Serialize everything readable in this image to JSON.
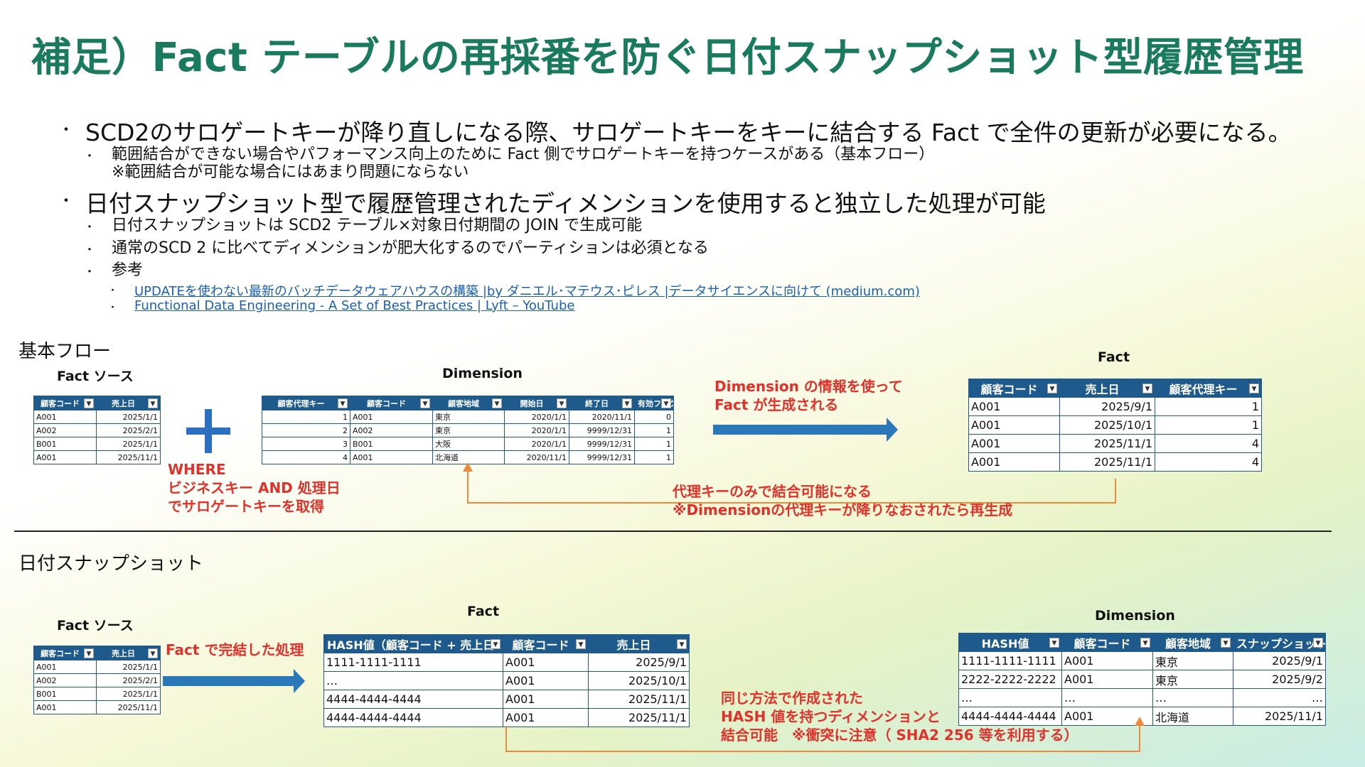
{
  "title": "補足）Fact テーブルの再採番を防ぐ日付スナップショット型履歴管理",
  "bullets": {
    "b1": "SCD2のサロゲートキーが降り直しになる際、サロゲートキーをキーに結合する Fact で全件の更新が必要になる。",
    "b1_sub1": "範囲結合ができない場合やパフォーマンス向上のために Fact 側でサロゲートキーを持つケースがある（基本フロー）",
    "b1_sub1_note": "※範囲結合が可能な場合にはあまり問題にならない",
    "b2": "日付スナップショット型で履歴管理されたディメンションを使用すると独立した処理が可能",
    "b2_sub1": "日付スナップショットは SCD2 テーブル×対象日付期間の JOIN で生成可能",
    "b2_sub2": "通常のSCD 2 に比べてディメンションが肥大化するのでパーティションは必須となる",
    "b2_sub3": "参考",
    "link1": "UPDATEを使わない最新のバッチデータウェアハウスの構築 |by ダニエル･マテウス･ピレス |データサイエンスに向けて (medium.com)",
    "link2": "Functional Data Engineering - A Set of Best Practices | Lyft – YouTube"
  },
  "basic": {
    "heading": "基本フロー",
    "fact_source_label": "Fact ソース",
    "dimension_label": "Dimension",
    "fact_label": "Fact",
    "plus": "+",
    "where_note": [
      "WHERE",
      "ビジネスキー AND 処理日",
      "でサロゲートキーを取得"
    ],
    "arrow_note": [
      "Dimension の情報を使って",
      "Fact が生成される"
    ],
    "bottom_note": [
      "代理キーのみで結合可能になる",
      "※Dimensionの代理キーが降りなおされたら再生成"
    ],
    "fact_source": {
      "headers": [
        "顧客コード",
        "売上日"
      ],
      "rows": [
        [
          "A001",
          "2025/1/1"
        ],
        [
          "A002",
          "2025/2/1"
        ],
        [
          "B001",
          "2025/1/1"
        ],
        [
          "A001",
          "2025/11/1"
        ]
      ]
    },
    "dimension": {
      "headers": [
        "顧客代理キー",
        "顧客コード",
        "顧客地域",
        "開始日",
        "終了日",
        "有効フラグ"
      ],
      "rows": [
        [
          "1",
          "A001",
          "東京",
          "2020/1/1",
          "2020/11/1",
          "0"
        ],
        [
          "2",
          "A002",
          "東京",
          "2020/1/1",
          "9999/12/31",
          "1"
        ],
        [
          "3",
          "B001",
          "大阪",
          "2020/1/1",
          "9999/12/31",
          "1"
        ],
        [
          "4",
          "A001",
          "北海道",
          "2020/11/1",
          "9999/12/31",
          "1"
        ]
      ]
    },
    "fact": {
      "headers": [
        "顧客コード",
        "売上日",
        "顧客代理キー"
      ],
      "rows": [
        [
          "A001",
          "2025/9/1",
          "1"
        ],
        [
          "A001",
          "2025/10/1",
          "1"
        ],
        [
          "A001",
          "2025/11/1",
          "4"
        ],
        [
          "A001",
          "2025/11/1",
          "4"
        ]
      ]
    }
  },
  "snapshot": {
    "heading": "日付スナップショット",
    "fact_source_label": "Fact ソース",
    "fact_label": "Fact",
    "dimension_label": "Dimension",
    "arrow_note": "Fact で完結した処理",
    "bottom_note": [
      "同じ方法で作成された",
      "HASH 値を持つディメンションと",
      "結合可能　※衝突に注意（ SHA2 256 等を利用する）"
    ],
    "fact_source": {
      "headers": [
        "顧客コード",
        "売上日"
      ],
      "rows": [
        [
          "A001",
          "2025/1/1"
        ],
        [
          "A002",
          "2025/2/1"
        ],
        [
          "B001",
          "2025/1/1"
        ],
        [
          "A001",
          "2025/11/1"
        ]
      ]
    },
    "fact": {
      "headers": [
        "HASH値（顧客コード + 売上日",
        "顧客コード",
        "売上日"
      ],
      "rows": [
        [
          "1111-1111-1111",
          "A001",
          "2025/9/1"
        ],
        [
          "…",
          "A001",
          "2025/10/1"
        ],
        [
          "4444-4444-4444",
          "A001",
          "2025/11/1"
        ],
        [
          "4444-4444-4444",
          "A001",
          "2025/11/1"
        ]
      ]
    },
    "dimension": {
      "headers": [
        "HASH値",
        "顧客コード",
        "顧客地域",
        "スナップショット日"
      ],
      "rows": [
        [
          "1111-1111-1111",
          "A001",
          "東京",
          "2025/9/1"
        ],
        [
          "2222-2222-2222",
          "A001",
          "東京",
          "2025/9/2"
        ],
        [
          "…",
          "…",
          "…",
          "…"
        ],
        [
          "4444-4444-4444",
          "A001",
          "北海道",
          "2025/11/1"
        ]
      ]
    }
  },
  "colors": {
    "title": "#1a7a5e",
    "header": "#1e5a8c",
    "note": "#e0312a",
    "arrow": "#2a78b8",
    "connector": "#ef8a3c"
  },
  "icons": {
    "dropdown": "chevron-down-icon"
  }
}
